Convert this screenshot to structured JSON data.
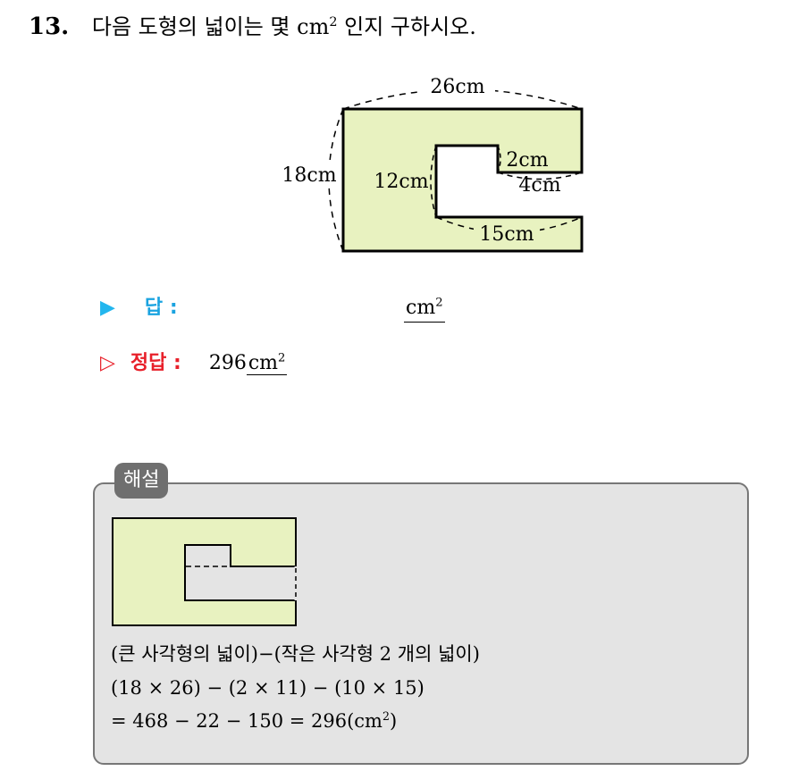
{
  "question": {
    "number": "13.",
    "text": "다음 도형의 넓이는 몇",
    "unit": "cm",
    "unit_power": "2",
    "text_end": "인지 구하시오."
  },
  "figure": {
    "fill_color": "#e8f2c0",
    "labels": {
      "top": "26cm",
      "left": "18cm",
      "inner_left": "12cm",
      "notch_height": "2cm",
      "notch_width": "4cm",
      "bottom_inner": "15cm"
    }
  },
  "answer": {
    "label": "답 :",
    "unit": "cm",
    "unit_power": "2"
  },
  "correct": {
    "label": "정답 :",
    "value": "296",
    "unit": "cm",
    "unit_power": "2"
  },
  "solution": {
    "tag": "해설",
    "line1": "(큰 사각형의 넓이)−(작은 사각형 2 개의 넓이)",
    "line2": "(18 × 26) − (2 × 11) − (10 × 15)",
    "line3_main": "= 468 − 22 − 150 = 296(",
    "line3_unit": "cm",
    "line3_power": "2",
    "line3_close": ")"
  }
}
